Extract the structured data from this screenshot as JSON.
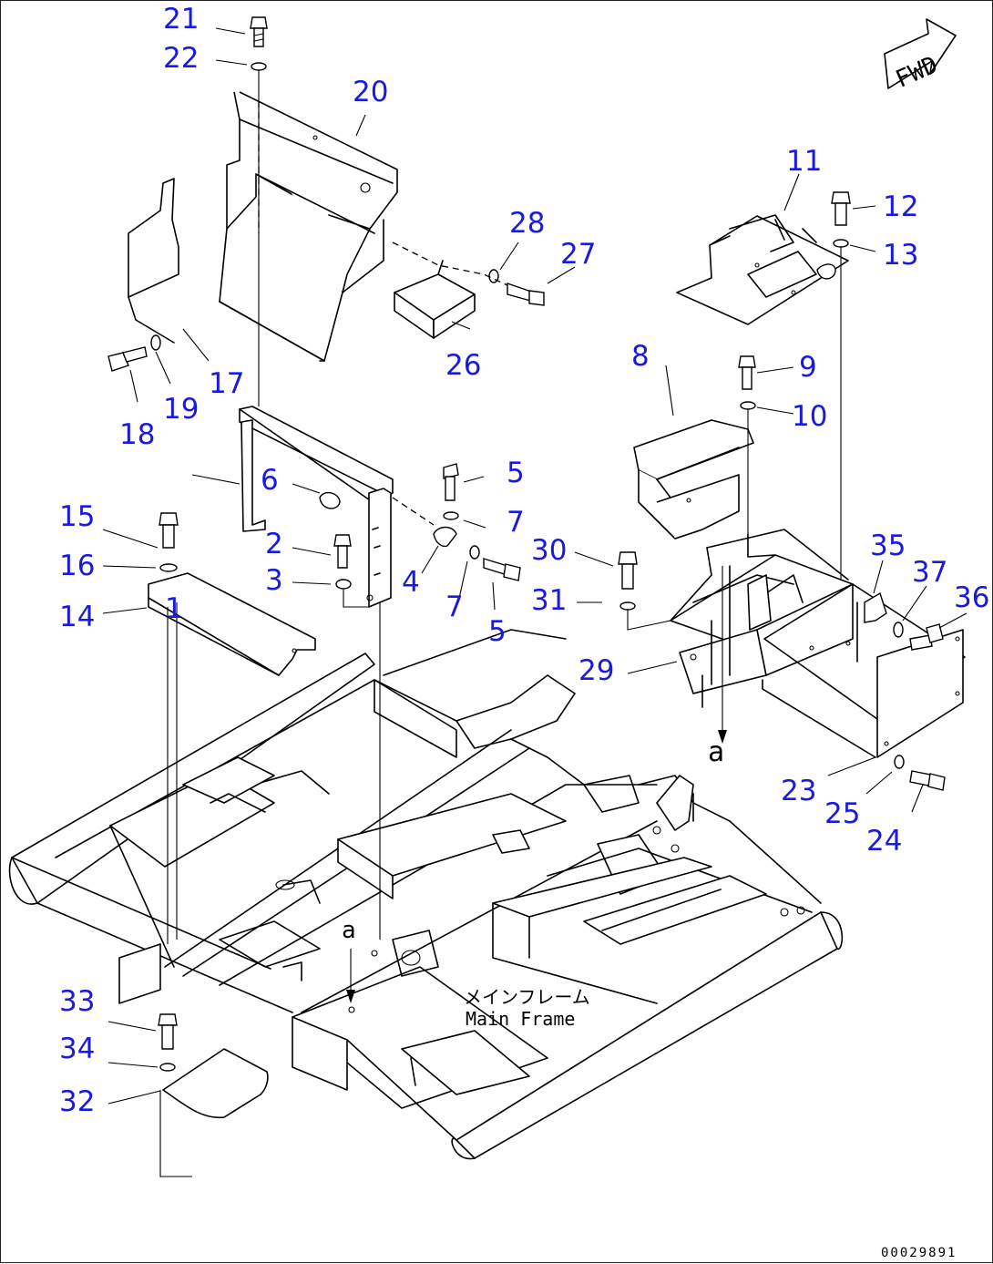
{
  "diagram": {
    "drawing_number": "00029891",
    "direction_marker": "FWD",
    "frame_label_jp": "メインフレーム",
    "frame_label_en": "Main Frame",
    "view_label_upper": "a",
    "view_label_lower": "a"
  },
  "callouts": [
    "1",
    "2",
    "3",
    "4",
    "5",
    "5",
    "6",
    "7",
    "7",
    "8",
    "9",
    "10",
    "11",
    "12",
    "13",
    "14",
    "15",
    "16",
    "17",
    "18",
    "19",
    "20",
    "21",
    "22",
    "23",
    "24",
    "25",
    "26",
    "27",
    "28",
    "29",
    "30",
    "31",
    "32",
    "33",
    "34",
    "35",
    "36",
    "37"
  ],
  "colors": {
    "callout": "#1a1adc",
    "line": "#000000",
    "background": "#ffffff"
  }
}
